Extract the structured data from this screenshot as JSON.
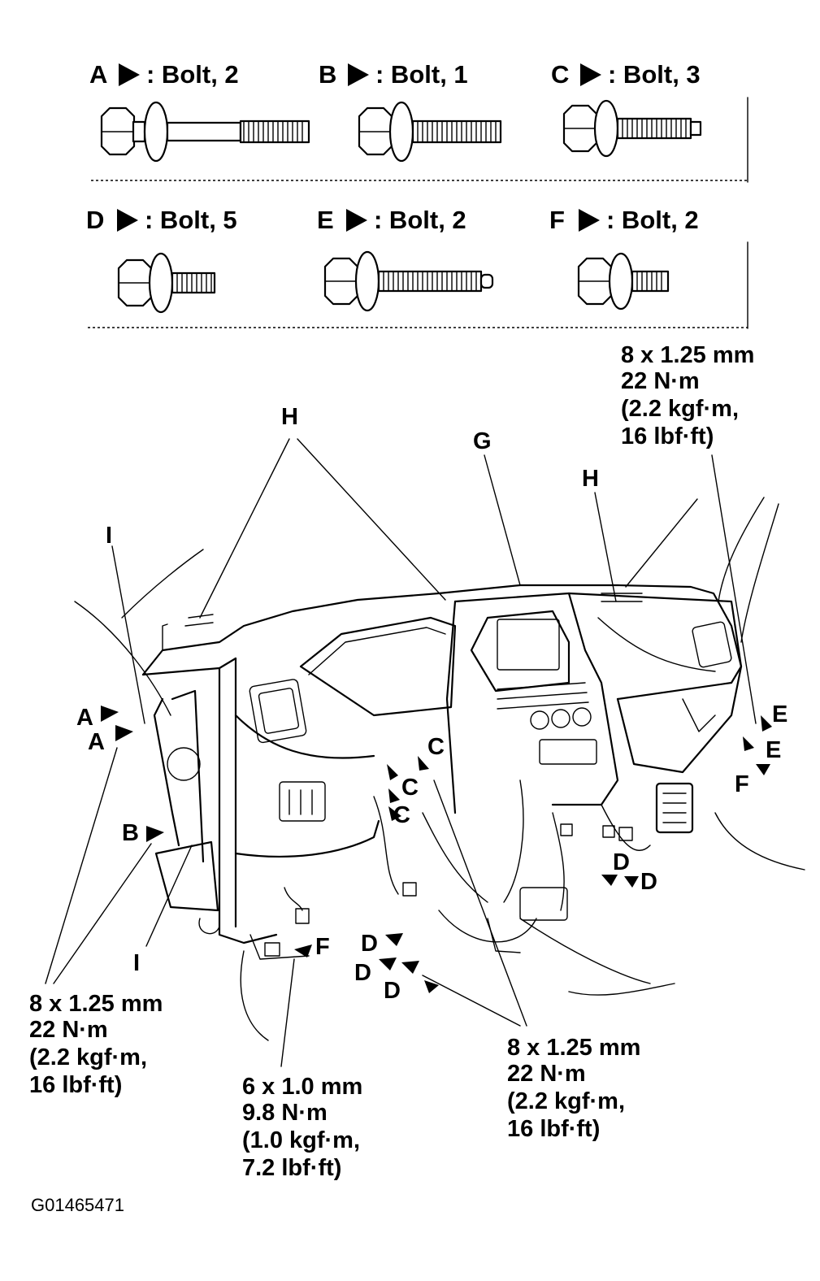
{
  "legend": [
    {
      "letter": "A",
      "text": ": Bolt, 2"
    },
    {
      "letter": "B",
      "text": ": Bolt, 1"
    },
    {
      "letter": "C",
      "text": ": Bolt, 3"
    },
    {
      "letter": "D",
      "text": ": Bolt, 5"
    },
    {
      "letter": "E",
      "text": ": Bolt, 2"
    },
    {
      "letter": "F",
      "text": ": Bolt, 2"
    }
  ],
  "callouts": [
    "A",
    "A",
    "B",
    "C",
    "C",
    "C",
    "D",
    "D",
    "D",
    "D",
    "D",
    "E",
    "E",
    "F",
    "F",
    "G",
    "H",
    "H",
    "I",
    "I"
  ],
  "specs": {
    "top_right": [
      "8 x 1.25 mm",
      "22 N·m",
      "(2.2 kgf·m,",
      "16 lbf·ft)"
    ],
    "bottom_left": [
      "8 x 1.25 mm",
      "22 N·m",
      "(2.2 kgf·m,",
      "16 lbf·ft)"
    ],
    "bottom_center": [
      "6 x 1.0 mm",
      "9.8 N·m",
      "(1.0 kgf·m,",
      "7.2 lbf·ft)"
    ],
    "bottom_right": [
      "8 x 1.25 mm",
      "22 N·m",
      "(2.2 kgf·m,",
      "16 lbf·ft)"
    ]
  },
  "figure_code": "G01465471"
}
